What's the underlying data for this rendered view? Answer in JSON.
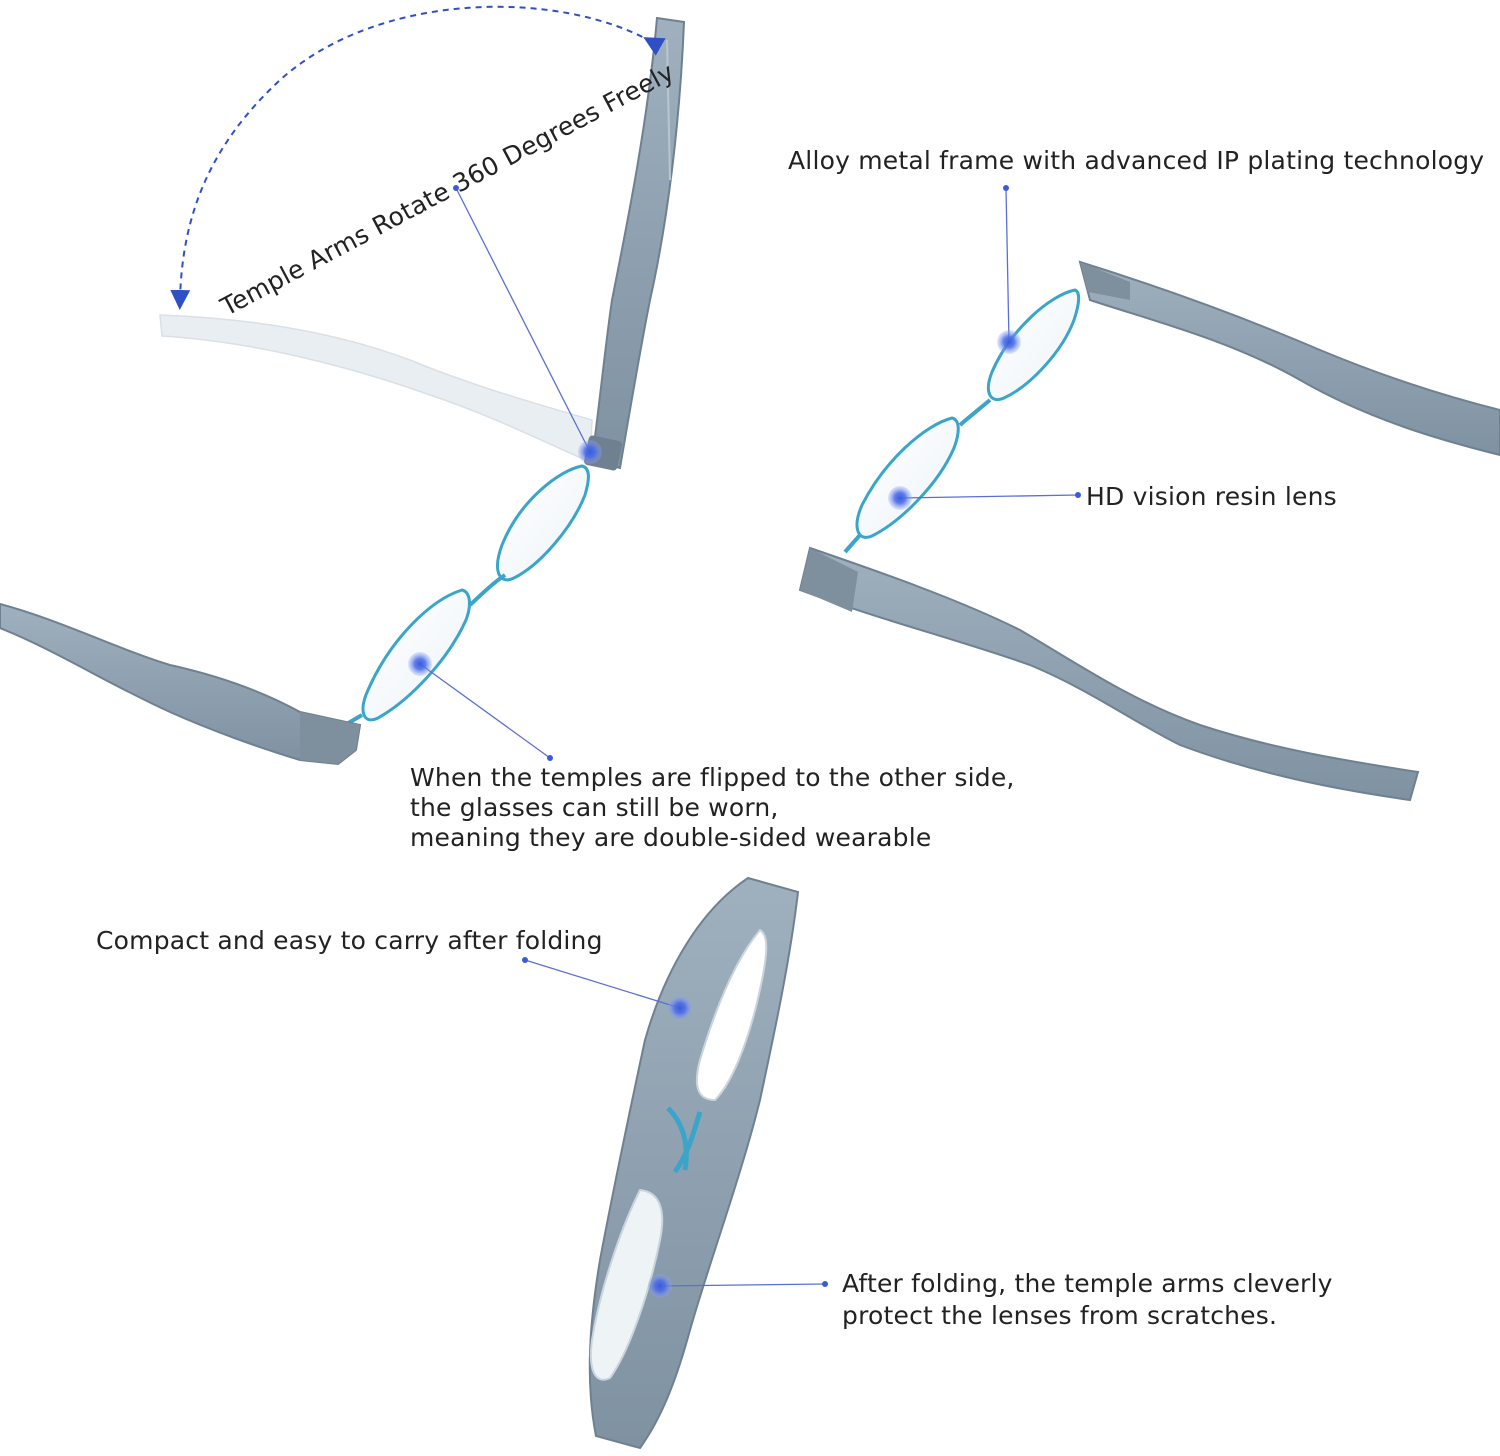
{
  "annotations": {
    "rotate": "Temple Arms Rotate 360 Degrees Freely",
    "alloy": "Alloy metal frame with advanced IP plating technology",
    "lens": "HD vision resin lens",
    "double_sided": [
      "When the temples are flipped to the other side,",
      "the glasses can still be worn,",
      "meaning they are double-sided wearable"
    ],
    "compact": "Compact and easy to carry after folding",
    "protect": [
      "After folding, the temple arms cleverly",
      "protect the lenses from scratches."
    ]
  },
  "colors": {
    "frame_gray": "#8a9cab",
    "frame_dark": "#6f8191",
    "metal_blue": "#3aa5c9",
    "callout_dot": "#3b5bdb",
    "callout_line": "#5a6fd6",
    "arrow": "#2f4fc7"
  },
  "icons": {
    "callout": "callout-dot-icon",
    "arrow": "dashed-curved-arrow-icon"
  }
}
